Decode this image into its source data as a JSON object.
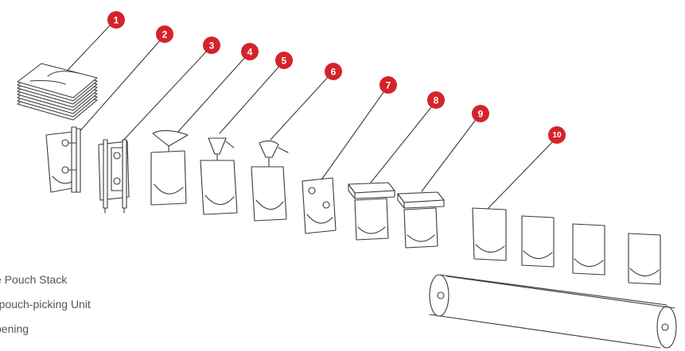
{
  "callouts": [
    "1",
    "2",
    "3",
    "4",
    "5",
    "6",
    "7",
    "8",
    "9",
    "10"
  ],
  "legend": [
    "e Pouch Stack",
    "-pouch-picking Unit",
    "pening"
  ],
  "colors": {
    "badge": "#d4232b",
    "line": "#3a3a3a",
    "legend_text": "#555555"
  }
}
